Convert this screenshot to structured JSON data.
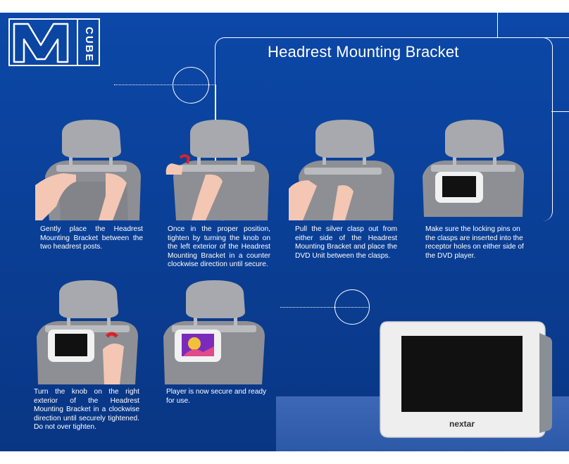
{
  "page": {
    "title": "Headrest Mounting Bracket",
    "logo": {
      "letter": "M",
      "side_text": "CUBE"
    }
  },
  "steps": [
    {
      "id": 1,
      "text": "Gently place the Headrest Mounting Bracket between the two headrest posts."
    },
    {
      "id": 2,
      "text": "Once in the proper position, tighten by turning the knob on the left exterior of the Headrest Mounting Bracket in a counter clockwise direction until secure."
    },
    {
      "id": 3,
      "text": "Pull the silver clasp out from either side of the Headrest Mounting Bracket and place the DVD Unit between the clasps."
    },
    {
      "id": 4,
      "text": "Make sure the locking pins on the clasps are inserted into the receptor holes on either side of the DVD player."
    },
    {
      "id": 5,
      "text": "Turn the knob on the right exterior of the Headrest Mounting Bracket in a clockwise direction until securely tightened. Do not over tighten."
    },
    {
      "id": 6,
      "text": "Player is now secure and ready for use."
    }
  ],
  "device": {
    "brand": "nextar"
  },
  "colors": {
    "background": "#0b45a2",
    "line": "#ffffff",
    "seat": "#8d8f94",
    "headrest": "#a7a9ae",
    "arrow": "#d8222a"
  }
}
